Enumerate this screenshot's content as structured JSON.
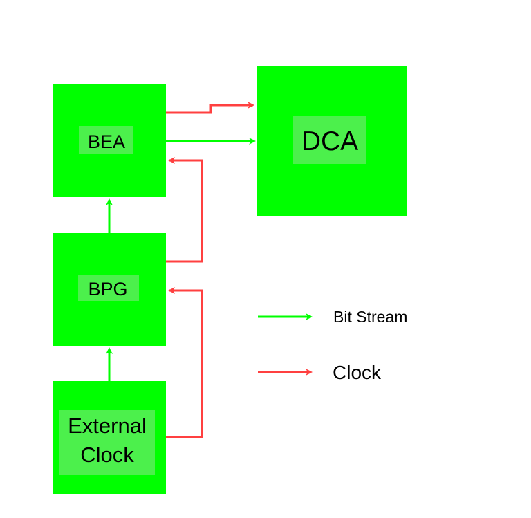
{
  "blocks": {
    "bea": "BEA",
    "dca": "DCA",
    "bpg": "BPG",
    "external_clock_line1": "External",
    "external_clock_line2": "Clock"
  },
  "legend": {
    "bit_stream": "Bit Stream",
    "clock": "Clock"
  },
  "colors": {
    "block": "#00ff00",
    "label_bg": "#4cf04c",
    "bit_stream": "#00ff00",
    "clock": "#ff4040"
  }
}
